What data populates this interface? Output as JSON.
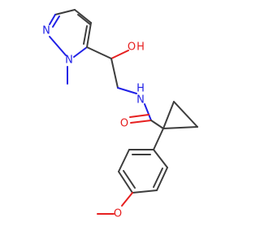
{
  "molecule": {
    "atoms": {
      "pyrazole_n2": "N",
      "pyrazole_n1": "N",
      "hydroxyl_o": "O",
      "hydroxyl_h": "H",
      "amide_n": "N",
      "amide_h": "H",
      "carbonyl_o": "O",
      "methoxy_o": "O"
    }
  },
  "colors": {
    "carbon_bond": "#3d3d3d",
    "nitrogen": "#2020e6",
    "oxygen": "#e62020",
    "background": "#ffffff"
  }
}
